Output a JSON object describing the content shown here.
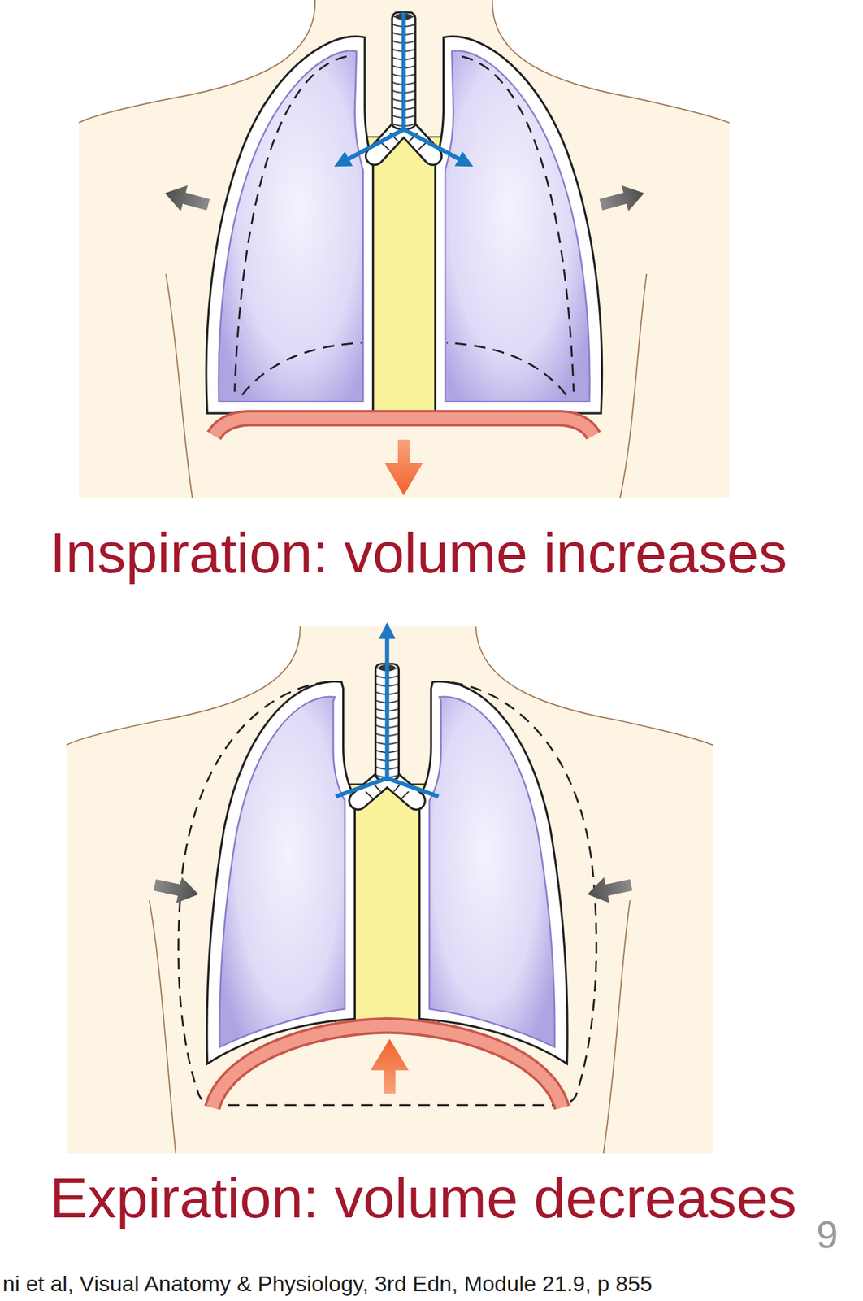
{
  "diagram": {
    "labels": [
      "Inspiration: volume increases",
      "Expiration: volume decreases",
      "9",
      "ni et al, Visual Anatomy & Physiology, 3rd Edn, Module 21.9, p 855"
    ]
  }
}
